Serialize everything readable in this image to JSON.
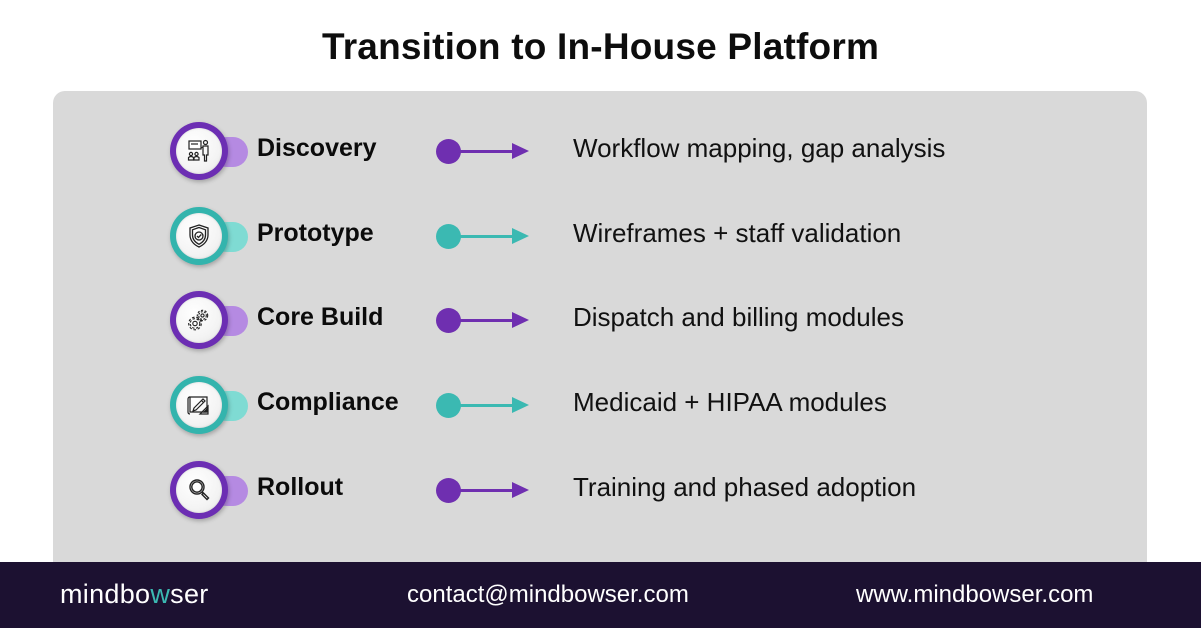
{
  "title": "Transition to In-House Platform",
  "colors": {
    "purple": "#6f2fb0",
    "purple_light": "#b58ae2",
    "teal": "#3bb9b2",
    "teal_light": "#7fdbd3",
    "panel_bg": "#d9d9d9",
    "footer_bg": "#1c1131"
  },
  "steps": [
    {
      "label": "Discovery",
      "description": "Workflow mapping, gap analysis",
      "icon": "presentation-audience-icon",
      "color": "purple"
    },
    {
      "label": "Prototype",
      "description": "Wireframes + staff validation",
      "icon": "shield-check-icon",
      "color": "teal"
    },
    {
      "label": "Core Build",
      "description": "Dispatch and billing modules",
      "icon": "gears-icon",
      "color": "purple"
    },
    {
      "label": "Compliance",
      "description": "Medicaid + HIPAA modules",
      "icon": "blueprint-pencil-icon",
      "color": "teal"
    },
    {
      "label": "Rollout",
      "description": "Training and phased adoption",
      "icon": "magnifier-icon",
      "color": "purple"
    }
  ],
  "footer": {
    "brand_prefix": "mindbo",
    "brand_accent": "w",
    "brand_suffix": "ser",
    "contact": "contact@mindbowser.com",
    "website": "www.mindbowser.com"
  }
}
